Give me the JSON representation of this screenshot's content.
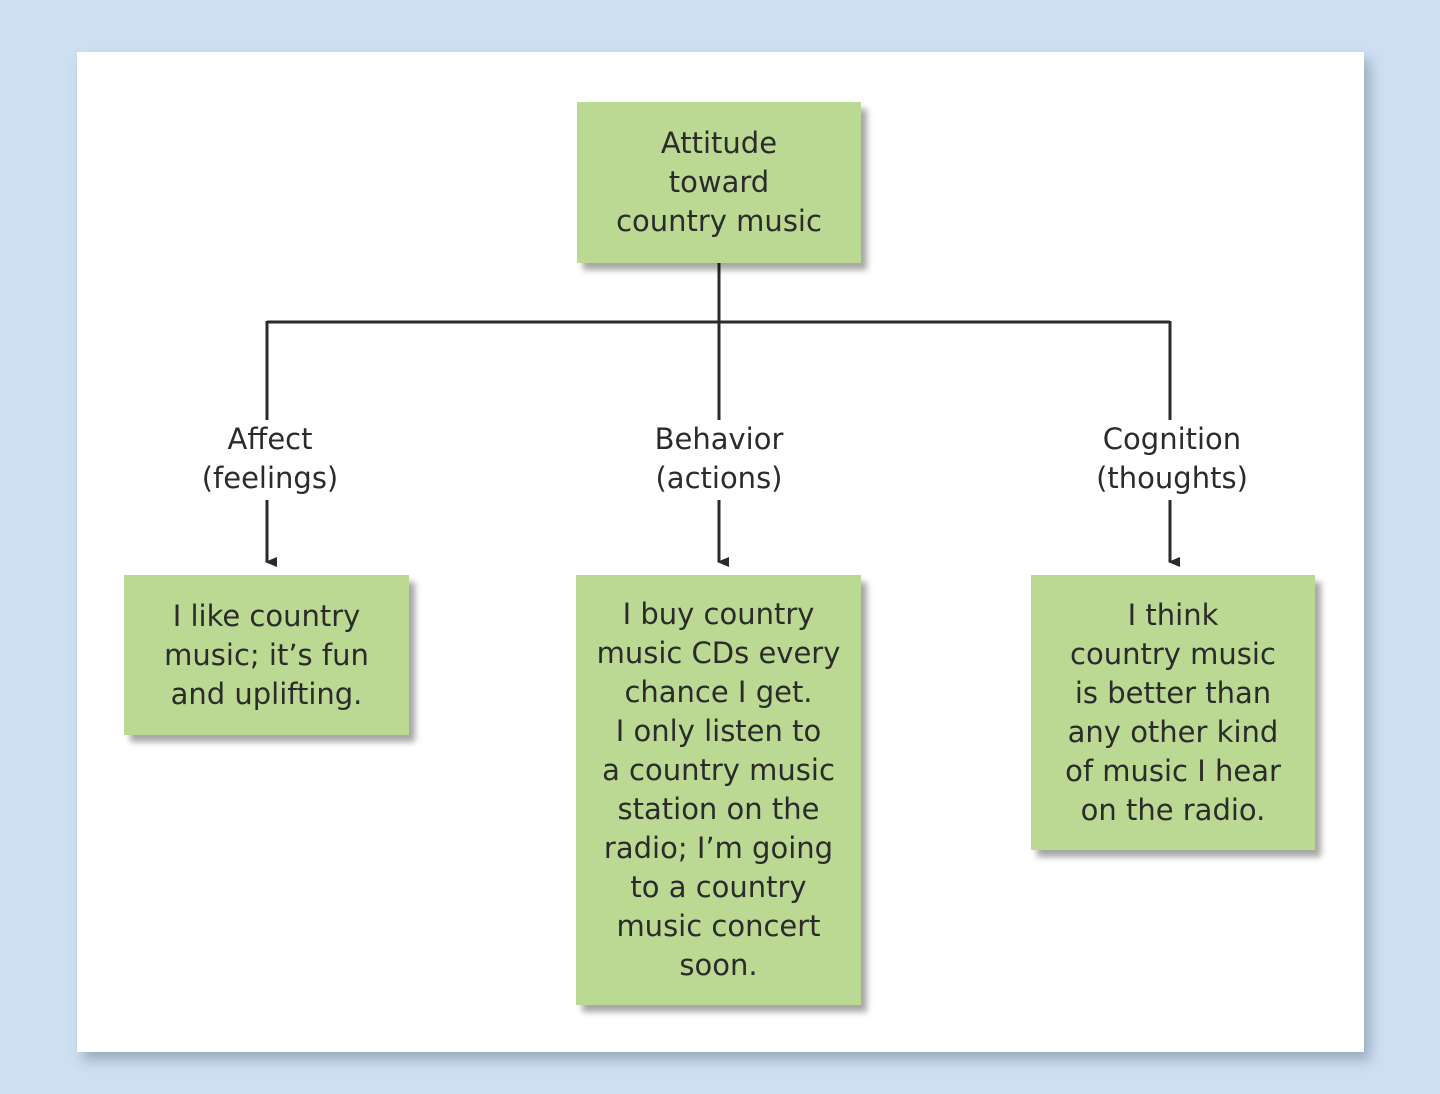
{
  "root": {
    "text": "Attitude\ntoward\ncountry music"
  },
  "components": [
    {
      "label": "Affect\n(feelings)",
      "example": "I like country\nmusic; it’s fun\nand uplifting."
    },
    {
      "label": "Behavior\n(actions)",
      "example": "I buy country\nmusic CDs every\nchance I get.\nI only listen to\na country music\nstation on the\nradio; I’m going\nto a country\nmusic concert\nsoon."
    },
    {
      "label": "Cognition\n(thoughts)",
      "example": "I think\ncountry music\nis better than\nany other kind\nof music I hear\non the radio."
    }
  ],
  "colors": {
    "box_fill": "#bcd994",
    "background": "#cde0f2",
    "line": "#2b2b2b"
  }
}
